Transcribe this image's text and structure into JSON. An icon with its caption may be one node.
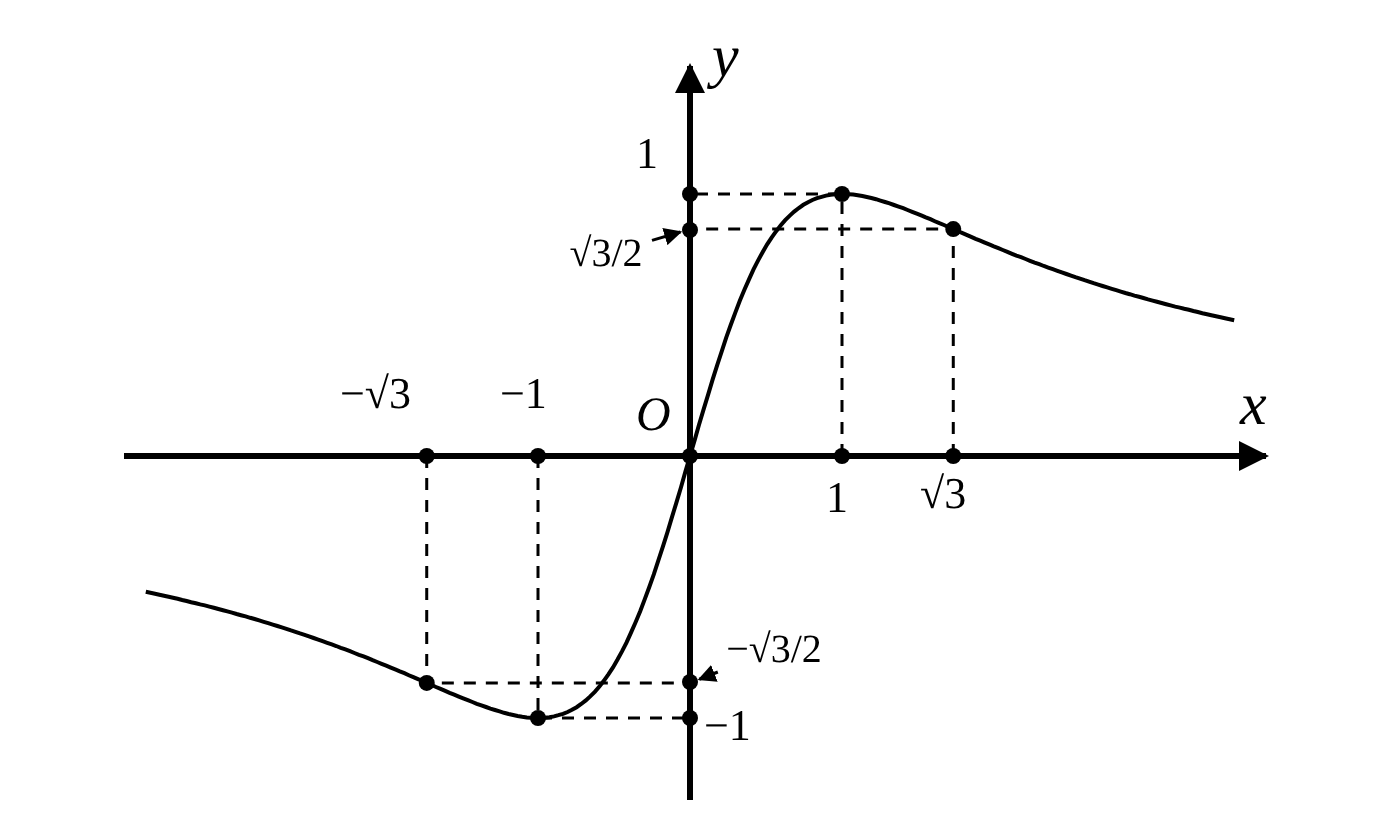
{
  "diagram": {
    "nodes": [
      {
        "text": [
          "√3/2"
        ]
      },
      {
        "text": [],
        "shape": "circle"
      },
      {
        "text": [
          "−√3/2"
        ]
      },
      {
        "text": [],
        "shape": "circle"
      }
    ],
    "edges": [
      {
        "from": 0,
        "to": 1,
        "arrow": "to"
      },
      {
        "from": 2,
        "to": 3,
        "arrow": "to"
      }
    ],
    "labels": [
      "y",
      "1",
      "x",
      "O",
      "−√3",
      "−1",
      "1",
      "√3",
      "−1"
    ]
  }
}
